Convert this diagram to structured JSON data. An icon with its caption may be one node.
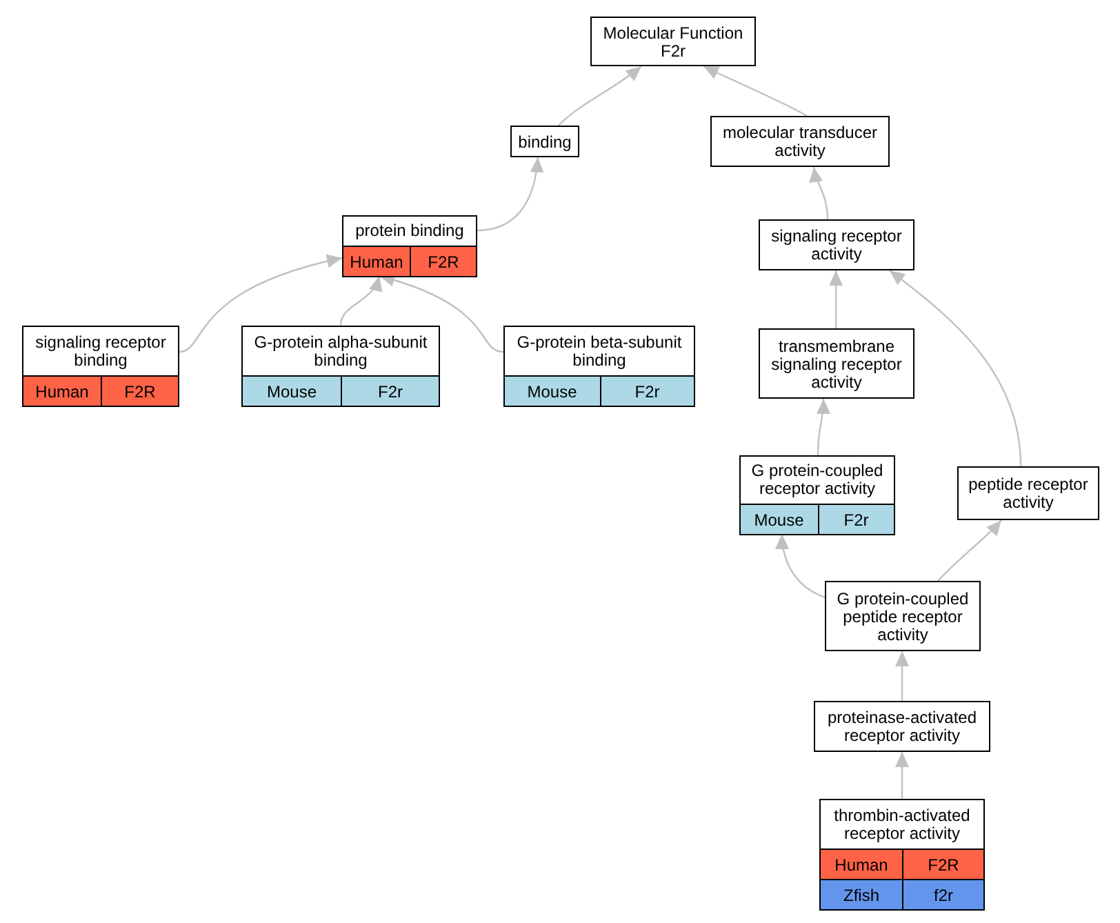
{
  "diagram": {
    "nodes": [
      {
        "text": [
          "Molecular Function F2r"
        ]
      },
      {
        "text": [
          "binding"
        ]
      },
      {
        "text": [
          "molecular transducer activity"
        ]
      },
      {
        "text": [
          "protein binding"
        ]
      },
      {
        "text": [
          "Human"
        ],
        "in": 3
      },
      {
        "text": [
          "F2R"
        ],
        "in": 3
      },
      {
        "text": [
          "signaling receptor binding"
        ]
      },
      {
        "text": [
          "Human"
        ],
        "in": 6
      },
      {
        "text": [
          "F2R"
        ],
        "in": 6
      },
      {
        "text": [
          "G-protein alpha-subunit binding"
        ]
      },
      {
        "text": [
          "Mouse"
        ],
        "in": 9
      },
      {
        "text": [
          "F2r"
        ],
        "in": 9
      },
      {
        "text": [
          "G-protein beta-subunit binding"
        ]
      },
      {
        "text": [
          "Mouse"
        ],
        "in": 12
      },
      {
        "text": [
          "F2r"
        ],
        "in": 12
      },
      {
        "text": [
          "signaling receptor activity"
        ]
      },
      {
        "text": [
          "transmembrane signaling receptor activity"
        ]
      },
      {
        "text": [
          "G protein-coupled receptor activity"
        ]
      },
      {
        "text": [
          "Mouse"
        ],
        "in": 17
      },
      {
        "text": [
          "F2r"
        ],
        "in": 17
      },
      {
        "text": [
          "peptide receptor activity"
        ]
      },
      {
        "text": [
          "G protein-coupled peptide receptor activity"
        ]
      },
      {
        "text": [
          "proteinase-activated receptor activity"
        ]
      },
      {
        "text": [
          "thrombin-activated receptor activity"
        ]
      },
      {
        "text": [
          "Human"
        ],
        "in": 23
      },
      {
        "text": [
          "F2R"
        ],
        "in": 23
      },
      {
        "text": [
          "Zfish"
        ],
        "in": 23
      },
      {
        "text": [
          "f2r"
        ],
        "in": 23
      }
    ],
    "edges": [
      {
        "from": 1,
        "to": 0,
        "arrow": "to"
      },
      {
        "from": 2,
        "to": 0,
        "arrow": "to"
      },
      {
        "from": 3,
        "to": 1,
        "arrow": "to"
      },
      {
        "from": 6,
        "to": 3,
        "arrow": "to"
      },
      {
        "from": 9,
        "to": 3,
        "arrow": "to"
      },
      {
        "from": 12,
        "to": 3,
        "arrow": "to"
      },
      {
        "from": 15,
        "to": 2,
        "arrow": "to"
      },
      {
        "from": 16,
        "to": 15,
        "arrow": "to"
      },
      {
        "from": 20,
        "to": 15,
        "arrow": "to"
      },
      {
        "from": 17,
        "to": 16,
        "arrow": "to"
      },
      {
        "from": 21,
        "to": 17,
        "arrow": "to"
      },
      {
        "from": 21,
        "to": 20,
        "arrow": "to"
      },
      {
        "from": 22,
        "to": 21,
        "arrow": "to"
      },
      {
        "from": 23,
        "to": 22,
        "arrow": "to"
      }
    ]
  }
}
